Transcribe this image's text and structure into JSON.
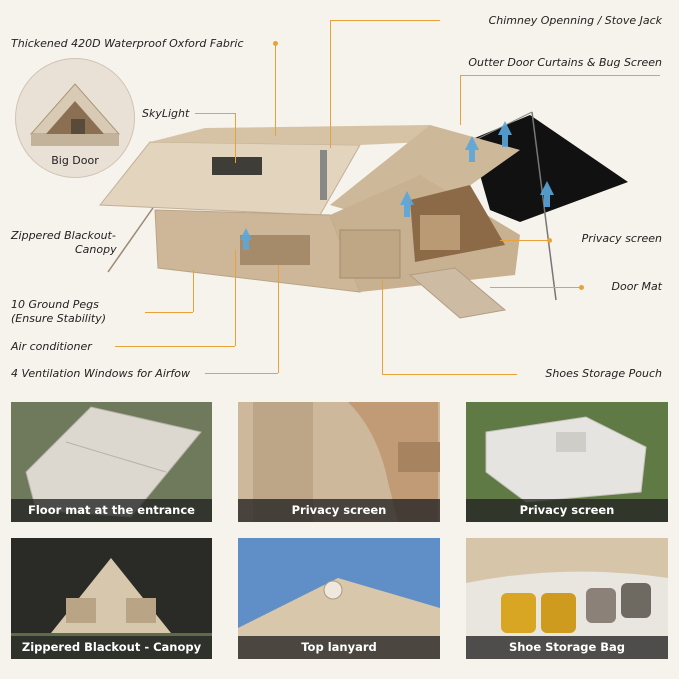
{
  "callouts": {
    "fabric": "Thickened 420D Waterproof Oxford Fabric",
    "chimney": "Chimney Openning / Stove Jack",
    "door_curtains": "Outter Door Curtains & Bug Screen",
    "skylight": "SkyLight",
    "big_door": "Big Door",
    "canopy_line1": "Zippered Blackout-",
    "canopy_line2": "Canopy",
    "privacy": "Privacy screen",
    "pegs_line1": "10 Ground Pegs",
    "pegs_line2": "(Ensure Stability)",
    "door_mat": "Door Mat",
    "air_conditioner": "Air conditioner",
    "ventilation": "4 Ventilation Windows for Airfow",
    "shoes_pouch": "Shoes Storage Pouch"
  },
  "thumbnails": [
    {
      "caption": "Floor mat at the entrance"
    },
    {
      "caption": "Privacy screen"
    },
    {
      "caption": "Privacy screen"
    },
    {
      "caption": "Zippered Blackout - Canopy"
    },
    {
      "caption": "Top lanyard"
    },
    {
      "caption": "Shoe Storage Bag"
    }
  ],
  "colors": {
    "accent": "#e8a23a",
    "tent": "#d9c7ad",
    "background": "#f6f2ec"
  }
}
